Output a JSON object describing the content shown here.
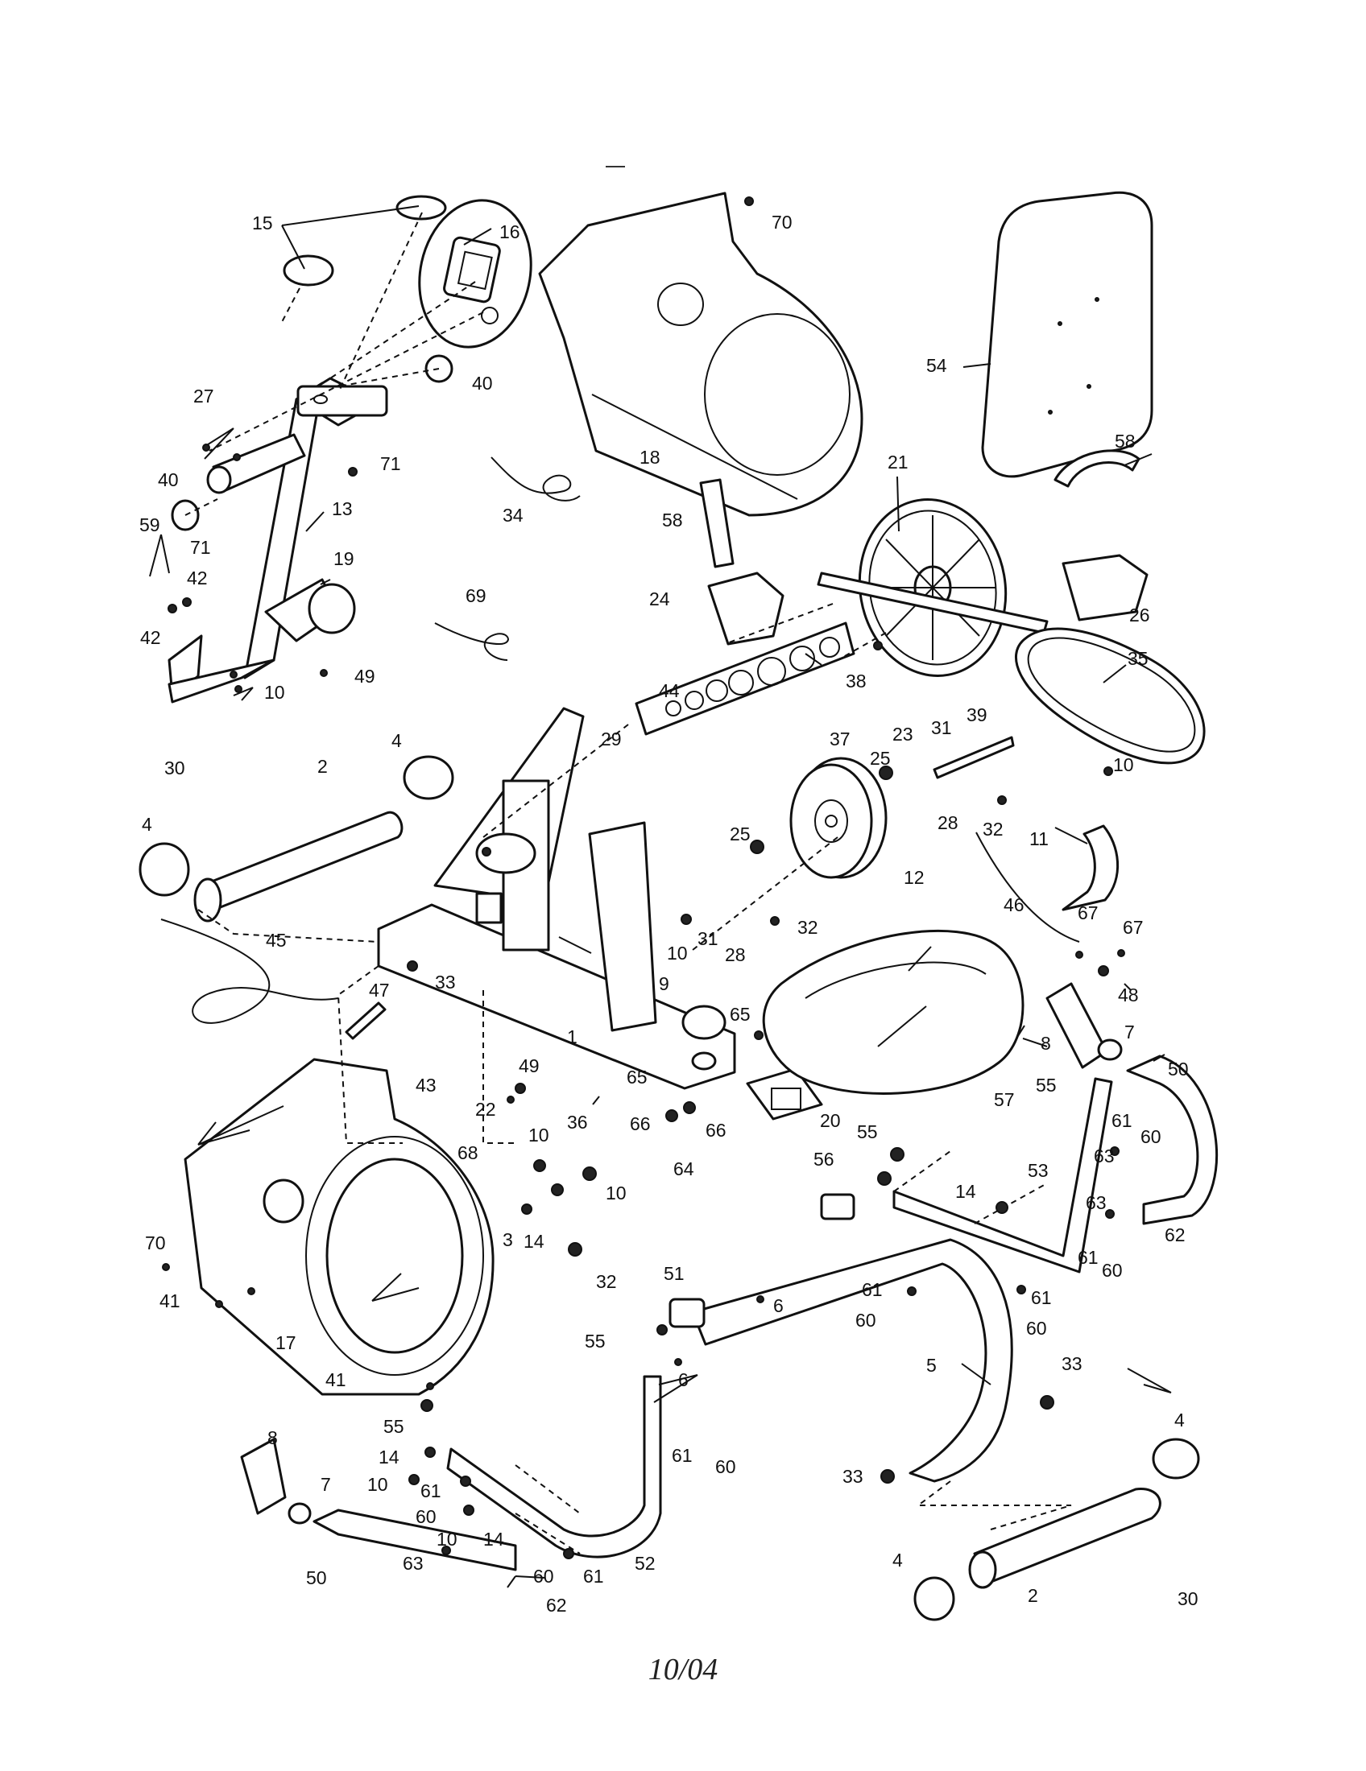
{
  "footer": {
    "date_code": "10/04"
  },
  "callouts": [
    {
      "id": "c1",
      "text": "15"
    },
    {
      "id": "c2",
      "text": "16"
    },
    {
      "id": "c3",
      "text": "70"
    },
    {
      "id": "c4",
      "text": "54"
    },
    {
      "id": "c5",
      "text": "27"
    },
    {
      "id": "c6",
      "text": "40"
    },
    {
      "id": "c7",
      "text": "71"
    },
    {
      "id": "c8",
      "text": "18"
    },
    {
      "id": "c9",
      "text": "21"
    },
    {
      "id": "c10",
      "text": "58"
    },
    {
      "id": "c11",
      "text": "40"
    },
    {
      "id": "c12",
      "text": "13"
    },
    {
      "id": "c13",
      "text": "34"
    },
    {
      "id": "c14",
      "text": "58"
    },
    {
      "id": "c15",
      "text": "71"
    },
    {
      "id": "c16",
      "text": "59"
    },
    {
      "id": "c17",
      "text": "42"
    },
    {
      "id": "c18",
      "text": "19"
    },
    {
      "id": "c19",
      "text": "42"
    },
    {
      "id": "c20",
      "text": "69"
    },
    {
      "id": "c21",
      "text": "24"
    },
    {
      "id": "c22",
      "text": "26"
    },
    {
      "id": "c23",
      "text": "35"
    },
    {
      "id": "c24",
      "text": "49"
    },
    {
      "id": "c25",
      "text": "10"
    },
    {
      "id": "c26",
      "text": "38"
    },
    {
      "id": "c27",
      "text": "44"
    },
    {
      "id": "c28",
      "text": "4"
    },
    {
      "id": "c29",
      "text": "29"
    },
    {
      "id": "c30",
      "text": "37"
    },
    {
      "id": "c31",
      "text": "23"
    },
    {
      "id": "c32",
      "text": "31"
    },
    {
      "id": "c33",
      "text": "39"
    },
    {
      "id": "c34",
      "text": "30"
    },
    {
      "id": "c35",
      "text": "2"
    },
    {
      "id": "c36",
      "text": "25"
    },
    {
      "id": "c37",
      "text": "10"
    },
    {
      "id": "c38",
      "text": "28"
    },
    {
      "id": "c39",
      "text": "32"
    },
    {
      "id": "c40",
      "text": "4"
    },
    {
      "id": "c41",
      "text": "25"
    },
    {
      "id": "c42",
      "text": "12"
    },
    {
      "id": "c43",
      "text": "11"
    },
    {
      "id": "c44",
      "text": "46"
    },
    {
      "id": "c45",
      "text": "67"
    },
    {
      "id": "c46",
      "text": "67"
    },
    {
      "id": "c47",
      "text": "10"
    },
    {
      "id": "c48",
      "text": "31"
    },
    {
      "id": "c49",
      "text": "28"
    },
    {
      "id": "c50",
      "text": "32"
    },
    {
      "id": "c51",
      "text": "45"
    },
    {
      "id": "c52",
      "text": "33"
    },
    {
      "id": "c53",
      "text": "48"
    },
    {
      "id": "c54",
      "text": "47"
    },
    {
      "id": "c55",
      "text": "9"
    },
    {
      "id": "c56",
      "text": "65"
    },
    {
      "id": "c57",
      "text": "1"
    },
    {
      "id": "c58",
      "text": "8"
    },
    {
      "id": "c59",
      "text": "7"
    },
    {
      "id": "c60",
      "text": "50"
    },
    {
      "id": "c61",
      "text": "43"
    },
    {
      "id": "c62",
      "text": "49"
    },
    {
      "id": "c63",
      "text": "22"
    },
    {
      "id": "c64",
      "text": "65"
    },
    {
      "id": "c65",
      "text": "55"
    },
    {
      "id": "c66",
      "text": "66"
    },
    {
      "id": "c67",
      "text": "66"
    },
    {
      "id": "c68",
      "text": "20"
    },
    {
      "id": "c69",
      "text": "57"
    },
    {
      "id": "c70",
      "text": "61"
    },
    {
      "id": "c71",
      "text": "60"
    },
    {
      "id": "c72",
      "text": "10"
    },
    {
      "id": "c73",
      "text": "36"
    },
    {
      "id": "c74",
      "text": "64"
    },
    {
      "id": "c75",
      "text": "55"
    },
    {
      "id": "c76",
      "text": "63"
    },
    {
      "id": "c77",
      "text": "68"
    },
    {
      "id": "c78",
      "text": "10"
    },
    {
      "id": "c79",
      "text": "56"
    },
    {
      "id": "c80",
      "text": "53"
    },
    {
      "id": "c81",
      "text": "14"
    },
    {
      "id": "c82",
      "text": "63"
    },
    {
      "id": "c83",
      "text": "70"
    },
    {
      "id": "c84",
      "text": "3"
    },
    {
      "id": "c85",
      "text": "14"
    },
    {
      "id": "c86",
      "text": "62"
    },
    {
      "id": "c87",
      "text": "61"
    },
    {
      "id": "c88",
      "text": "60"
    },
    {
      "id": "c89",
      "text": "32"
    },
    {
      "id": "c90",
      "text": "41"
    },
    {
      "id": "c91",
      "text": "51"
    },
    {
      "id": "c92",
      "text": "61"
    },
    {
      "id": "c93",
      "text": "6"
    },
    {
      "id": "c94",
      "text": "60"
    },
    {
      "id": "c95",
      "text": "61"
    },
    {
      "id": "c96",
      "text": "60"
    },
    {
      "id": "c97",
      "text": "17"
    },
    {
      "id": "c98",
      "text": "55"
    },
    {
      "id": "c99",
      "text": "6"
    },
    {
      "id": "c100",
      "text": "41"
    },
    {
      "id": "c101",
      "text": "5"
    },
    {
      "id": "c102",
      "text": "33"
    },
    {
      "id": "c103",
      "text": "55"
    },
    {
      "id": "c104",
      "text": "4"
    },
    {
      "id": "c105",
      "text": "8"
    },
    {
      "id": "c106",
      "text": "61"
    },
    {
      "id": "c107",
      "text": "14"
    },
    {
      "id": "c108",
      "text": "60"
    },
    {
      "id": "c109",
      "text": "10"
    },
    {
      "id": "c110",
      "text": "7"
    },
    {
      "id": "c111",
      "text": "33"
    },
    {
      "id": "c112",
      "text": "61"
    },
    {
      "id": "c113",
      "text": "60"
    },
    {
      "id": "c114",
      "text": "10"
    },
    {
      "id": "c115",
      "text": "14"
    },
    {
      "id": "c116",
      "text": "63"
    },
    {
      "id": "c117",
      "text": "52"
    },
    {
      "id": "c118",
      "text": "60"
    },
    {
      "id": "c119",
      "text": "61"
    },
    {
      "id": "c120",
      "text": "62"
    },
    {
      "id": "c121",
      "text": "50"
    },
    {
      "id": "c122",
      "text": "4"
    },
    {
      "id": "c123",
      "text": "2"
    },
    {
      "id": "c124",
      "text": "30"
    }
  ]
}
